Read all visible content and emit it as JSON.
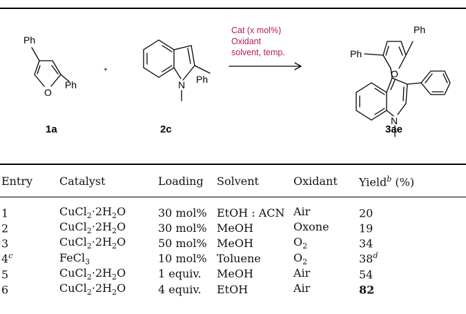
{
  "scheme": {
    "reactant1": {
      "label": "1a",
      "ph_top": "Ph",
      "ph_right": "Ph",
      "hetero": "O"
    },
    "plus": "+",
    "reactant2": {
      "label": "2c",
      "ph": "Ph",
      "n": "N"
    },
    "conditions": [
      "Cat (x mol%)",
      "Oxidant",
      "solvent, temp."
    ],
    "product": {
      "label": "3ae",
      "ph_left": "Ph",
      "ph_top": "Ph",
      "hetero": "O",
      "n": "N"
    }
  },
  "table": {
    "headers": {
      "entry": "Entry",
      "catalyst": "Catalyst",
      "loading": "Loading",
      "solvent": "Solvent",
      "oxidant": "Oxidant",
      "yield_pre": "Yield",
      "yield_sup": "b",
      "yield_post": " (%)"
    },
    "rows": [
      {
        "entry": "1",
        "entry_sup": "",
        "cat_pre": "CuCl",
        "cat_sub": "2",
        "cat_mid": "·2H",
        "cat_sub2": "2",
        "cat_post": "O",
        "loading": "30 mol%",
        "solvent": "EtOH : ACN",
        "ox_pre": "Air",
        "ox_sub": "",
        "yield": "20",
        "yield_sup": ""
      },
      {
        "entry": "2",
        "entry_sup": "",
        "cat_pre": "CuCl",
        "cat_sub": "2",
        "cat_mid": "·2H",
        "cat_sub2": "2",
        "cat_post": "O",
        "loading": "30 mol%",
        "solvent": "MeOH",
        "ox_pre": "Oxone",
        "ox_sub": "",
        "yield": "19",
        "yield_sup": ""
      },
      {
        "entry": "3",
        "entry_sup": "",
        "cat_pre": "CuCl",
        "cat_sub": "2",
        "cat_mid": "·2H",
        "cat_sub2": "2",
        "cat_post": "O",
        "loading": "50 mol%",
        "solvent": "MeOH",
        "ox_pre": "O",
        "ox_sub": "2",
        "yield": "34",
        "yield_sup": ""
      },
      {
        "entry": "4",
        "entry_sup": "c",
        "cat_pre": "FeCl",
        "cat_sub": "3",
        "cat_mid": "",
        "cat_sub2": "",
        "cat_post": "",
        "loading": "10 mol%",
        "solvent": "Toluene",
        "ox_pre": "O",
        "ox_sub": "2",
        "yield": "38",
        "yield_sup": "d"
      },
      {
        "entry": "5",
        "entry_sup": "",
        "cat_pre": "CuCl",
        "cat_sub": "2",
        "cat_mid": "·2H",
        "cat_sub2": "2",
        "cat_post": "O",
        "loading": "1 equiv.",
        "solvent": "MeOH",
        "ox_pre": "Air",
        "ox_sub": "",
        "yield": "54",
        "yield_sup": ""
      },
      {
        "entry": "6",
        "entry_sup": "",
        "cat_pre": "CuCl",
        "cat_sub": "2",
        "cat_mid": "·2H",
        "cat_sub2": "2",
        "cat_post": "O",
        "loading": "4 equiv.",
        "solvent": "EtOH",
        "ox_pre": "Air",
        "ox_sub": "",
        "yield": "82",
        "yield_sup": "",
        "bold_yield": true
      }
    ]
  }
}
